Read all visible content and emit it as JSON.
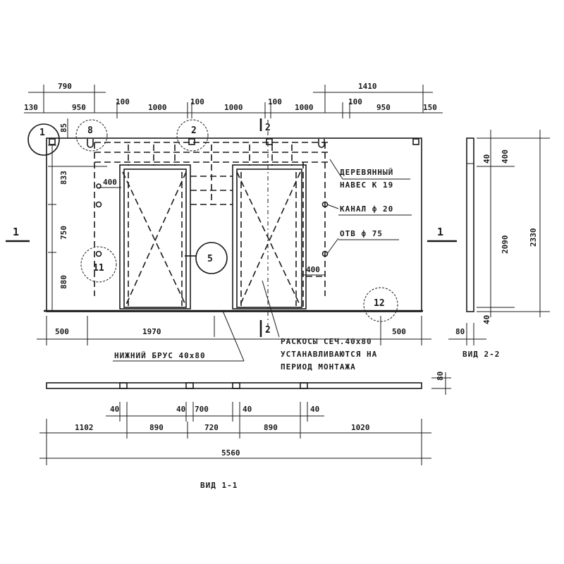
{
  "dims": {
    "top1_left": "790",
    "top1_right": "1410",
    "top2": [
      "130",
      "950",
      "100",
      "1000",
      "100",
      "1000",
      "100",
      "1000",
      "100",
      "950",
      "150"
    ],
    "top_small": "85",
    "left": [
      "833",
      "750",
      "880"
    ],
    "bottom1": [
      "500",
      "1970",
      "500"
    ],
    "plan_40": [
      "40",
      "40",
      "40",
      "40"
    ],
    "plan_700": "700",
    "plan_row": [
      "1102",
      "890",
      "720",
      "890",
      "1020"
    ],
    "total": "5560",
    "side": [
      "40",
      "400",
      "2090",
      "2330",
      "40"
    ],
    "side_bottom": "80",
    "side_height": "80",
    "opening_400": [
      "400",
      "400"
    ]
  },
  "labels": {
    "wooden_canopy": "ДЕРЕВЯННЫЙ",
    "canopy_k": "НАВЕС К 19",
    "channel": "КАНАЛ ф 20",
    "hole": "ОТВ ф 75",
    "lower_beam": "НИЖНИЙ БРУС 40х80",
    "braces_1": "РАСКОСЫ СЕЧ.40х80",
    "braces_2": "УСТАНАВЛИВАЮТСЯ НА",
    "braces_3": "ПЕРИОД МОНТАЖА",
    "view_22": "ВИД 2-2",
    "view_11": "ВИД 1-1"
  },
  "marks": {
    "m1": "1",
    "m8": "8",
    "m2": "2",
    "m5": "5",
    "m11": "11",
    "m12": "12",
    "section_1": "1",
    "section_2": "2"
  }
}
